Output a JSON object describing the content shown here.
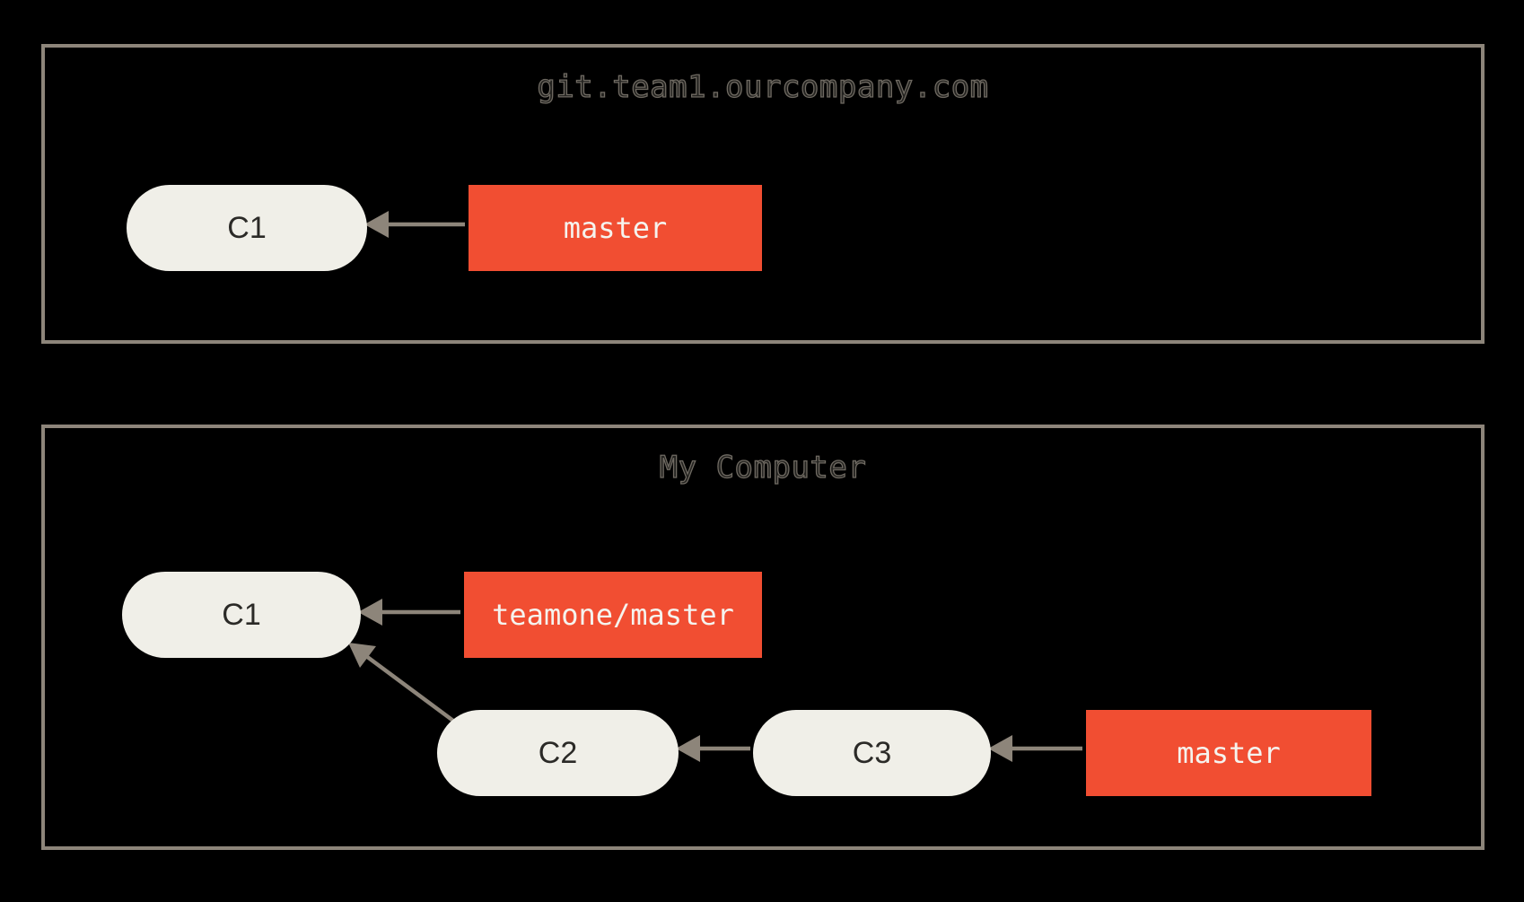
{
  "colors": {
    "background": "#000000",
    "box_border": "#8d857a",
    "arrow": "#8d857a",
    "node_fill": "#f0efe8",
    "node_text": "#2b2a27",
    "branch_fill": "#f14e32",
    "branch_text": "#f5f3ee",
    "title_text": "#23221f",
    "title_outline": "#6f6a62"
  },
  "remote_repo": {
    "title": "git.team1.ourcompany.com",
    "nodes": [
      {
        "label": "C1"
      }
    ],
    "branches": [
      {
        "label": "master"
      }
    ]
  },
  "local_repo": {
    "title": "My Computer",
    "nodes": [
      {
        "label": "C1"
      },
      {
        "label": "C2"
      },
      {
        "label": "C3"
      }
    ],
    "branches": [
      {
        "label": "teamone/master"
      },
      {
        "label": "master"
      }
    ]
  }
}
